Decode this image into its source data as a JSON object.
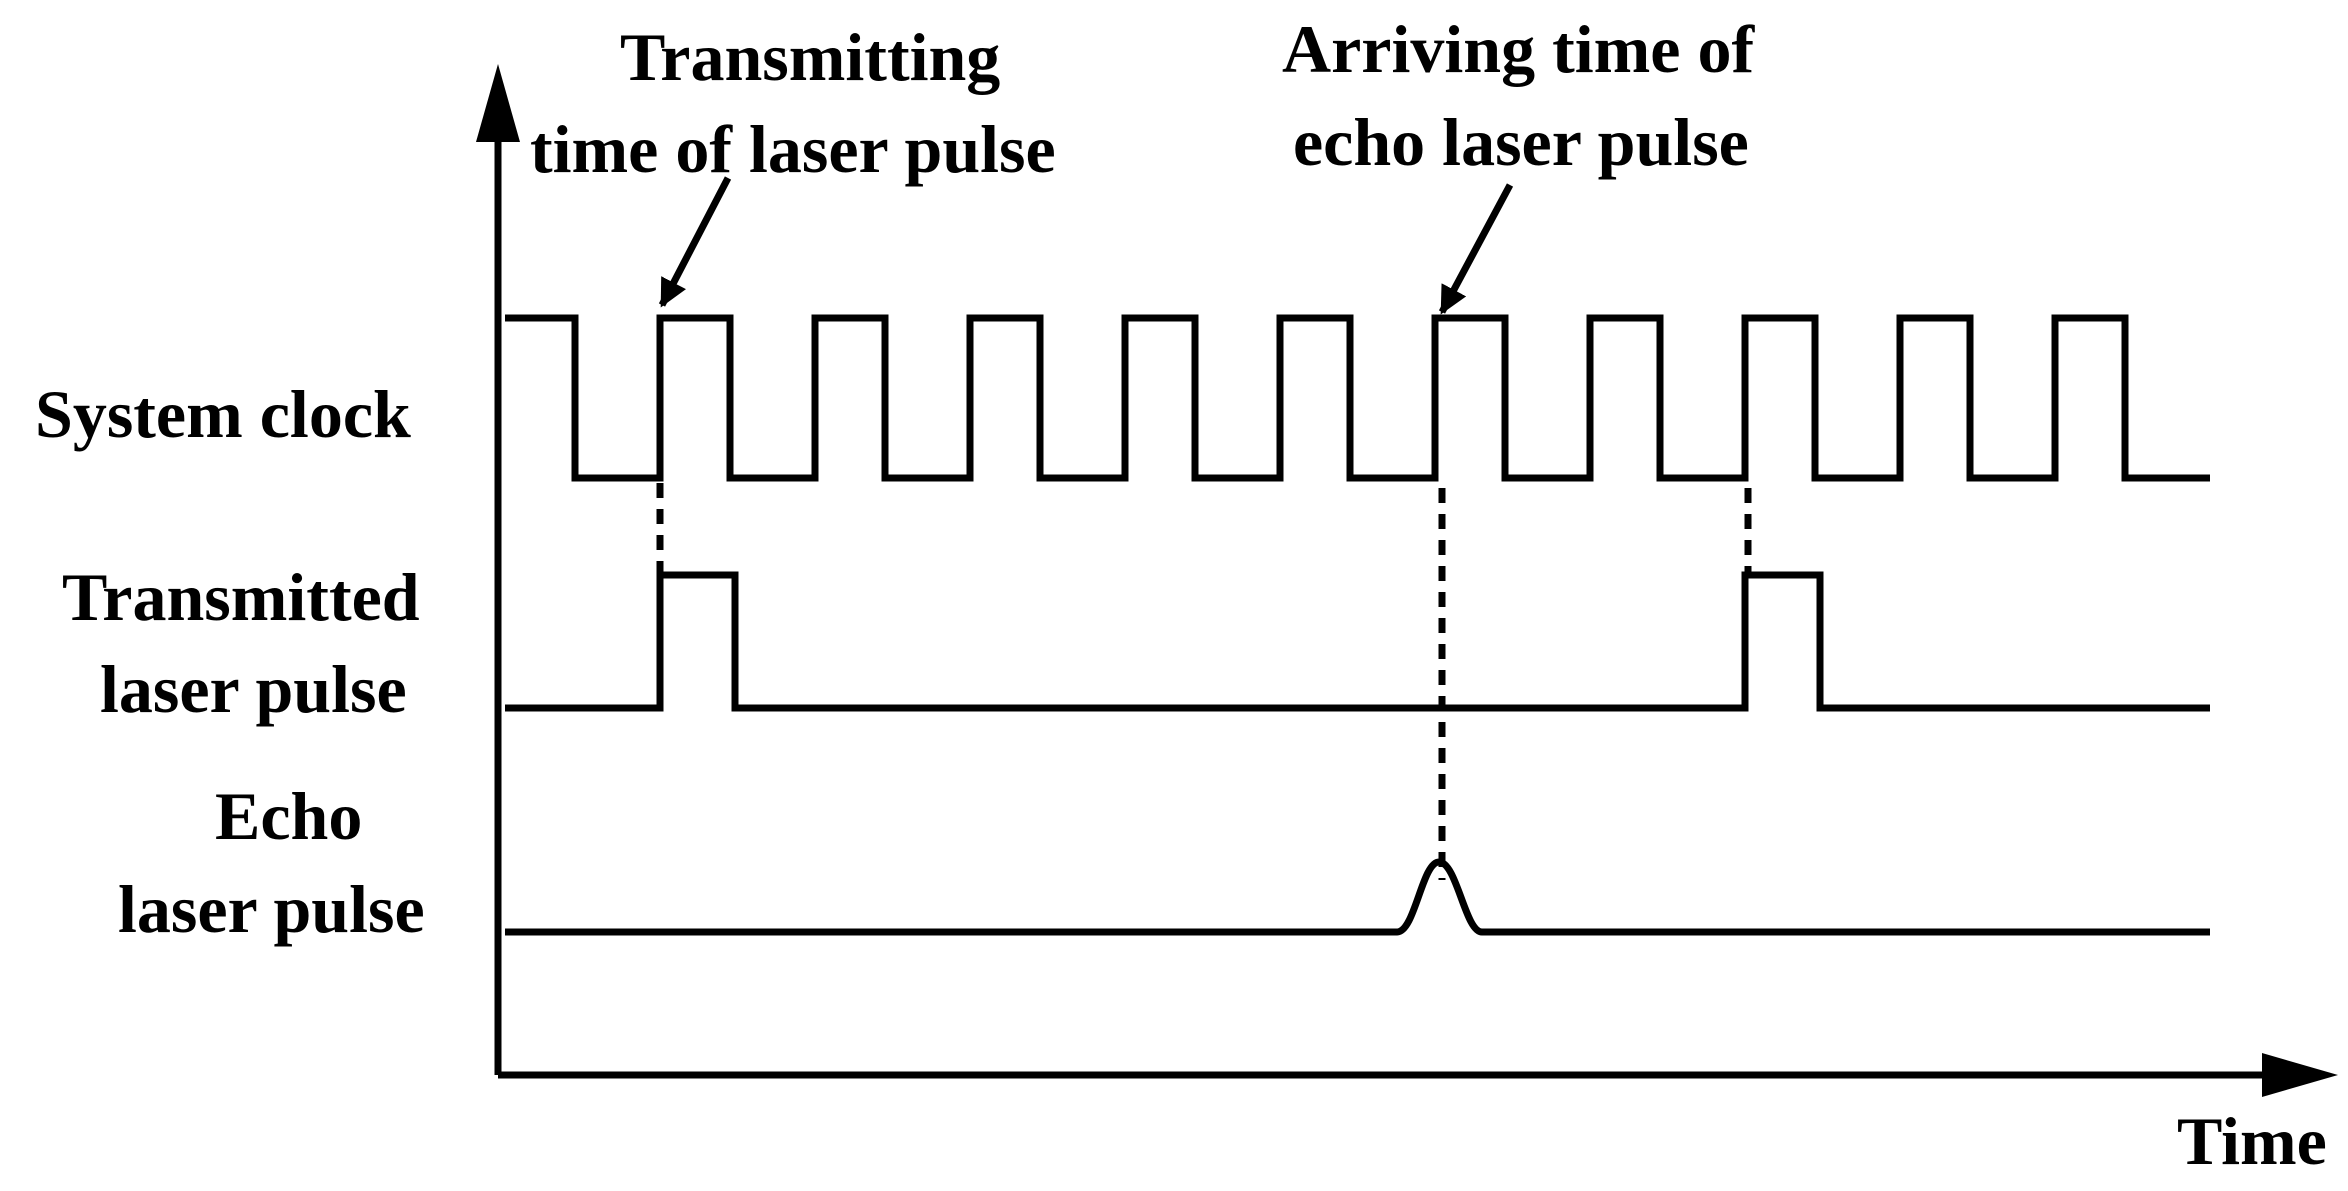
{
  "labels": {
    "system_clock": "System clock",
    "transmitted_line1": "Transmitted",
    "transmitted_line2": "laser pulse",
    "echo_line1": "Echo",
    "echo_line2": "laser pulse",
    "time_axis": "Time"
  },
  "annotations": {
    "transmit": {
      "line1": "Transmitting",
      "line2": "time of laser pulse"
    },
    "arrive": {
      "line1": "Arriving time of",
      "line2": "echo laser pulse"
    }
  },
  "signals": {
    "clock_periods": 11,
    "transmit_pulse_clock_edges": [
      1,
      8
    ],
    "echo_arrival_clock_edge": 6
  }
}
